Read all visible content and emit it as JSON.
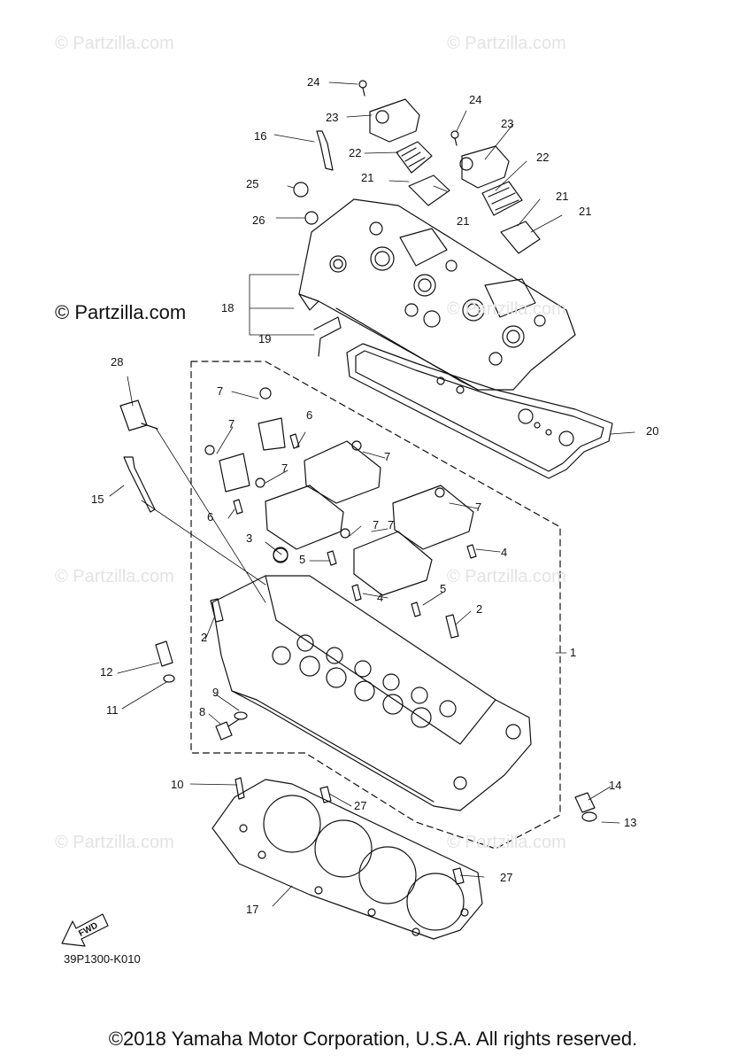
{
  "watermarks": [
    "© Partzilla.com",
    "© Partzilla.com",
    "© Partzilla.com",
    "© Partzilla.com",
    "© Partzilla.com",
    "© Partzilla.com",
    "© Partzilla.com",
    "© Partzilla.com"
  ],
  "watermark_main": "© Partzilla.com",
  "callouts": [
    "24",
    "23",
    "24",
    "23",
    "16",
    "22",
    "22",
    "21",
    "21",
    "25",
    "21",
    "21",
    "26",
    "18",
    "19",
    "20",
    "28",
    "7",
    "6",
    "7",
    "7",
    "7",
    "15",
    "6",
    "7",
    "7",
    "3",
    "5",
    "4",
    "7",
    "4",
    "5",
    "2",
    "2",
    "1",
    "12",
    "11",
    "9",
    "8",
    "10",
    "14",
    "27",
    "13",
    "27",
    "17"
  ],
  "fwd_label": "FWD",
  "diagram_code": "39P1300-K010",
  "copyright": "©2018 Yamaha Motor Corporation, U.S.A. All rights reserved."
}
